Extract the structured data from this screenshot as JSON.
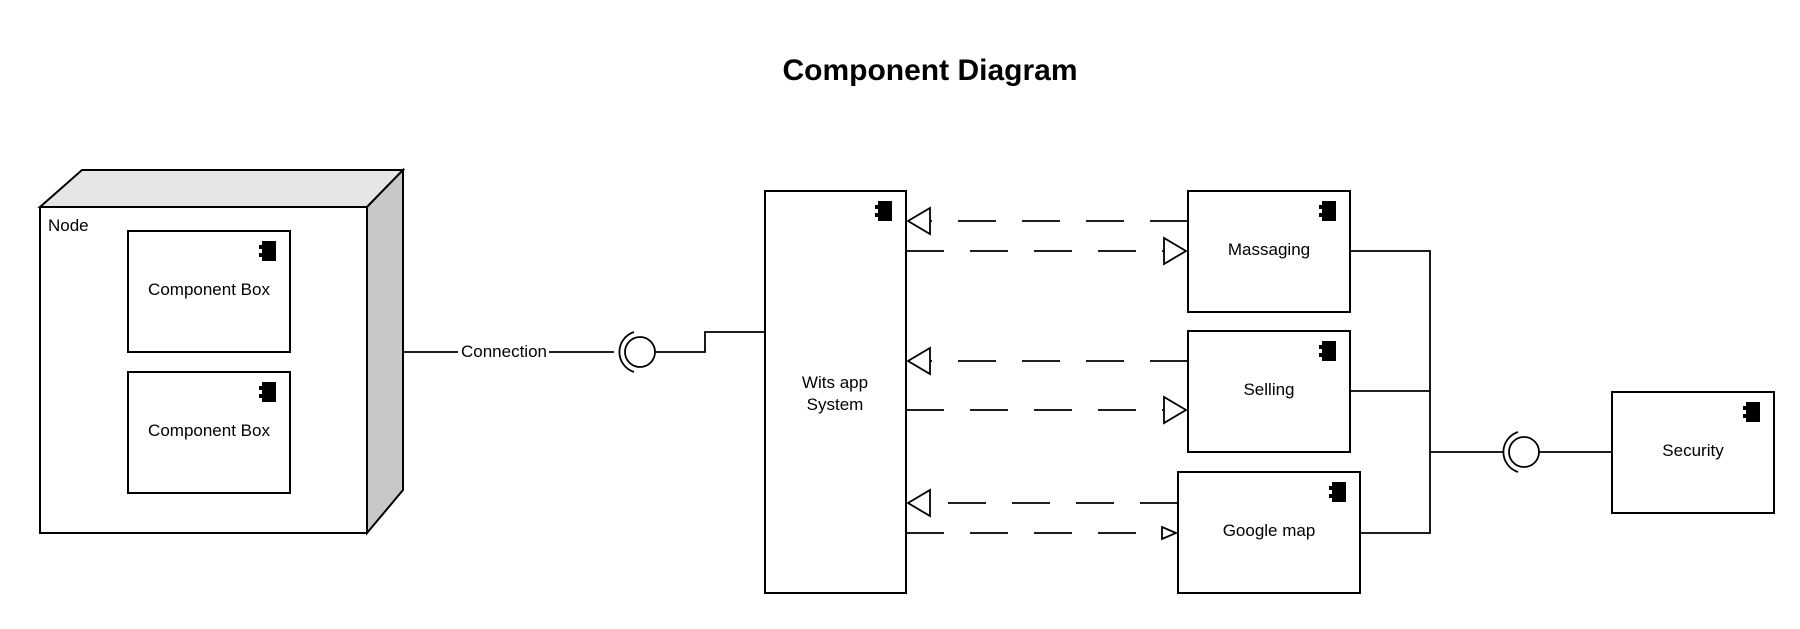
{
  "title": "Component Diagram",
  "node": {
    "label": "Node",
    "fill_top": "#e6e6e6",
    "fill_side": "#c8c8c8"
  },
  "node_components": [
    {
      "label": "Component Box"
    },
    {
      "label": "Component Box"
    }
  ],
  "connection": {
    "label": "Connection"
  },
  "system": {
    "line1": "Wits app",
    "line2": "System"
  },
  "services": [
    {
      "label": "Massaging"
    },
    {
      "label": "Selling"
    },
    {
      "label": "Google map"
    }
  ],
  "security": {
    "label": "Security"
  },
  "icons": {
    "component": "component-icon",
    "interface": "lollipop-interface-icon"
  },
  "colors": {
    "stroke": "#000000",
    "background": "#ffffff"
  }
}
